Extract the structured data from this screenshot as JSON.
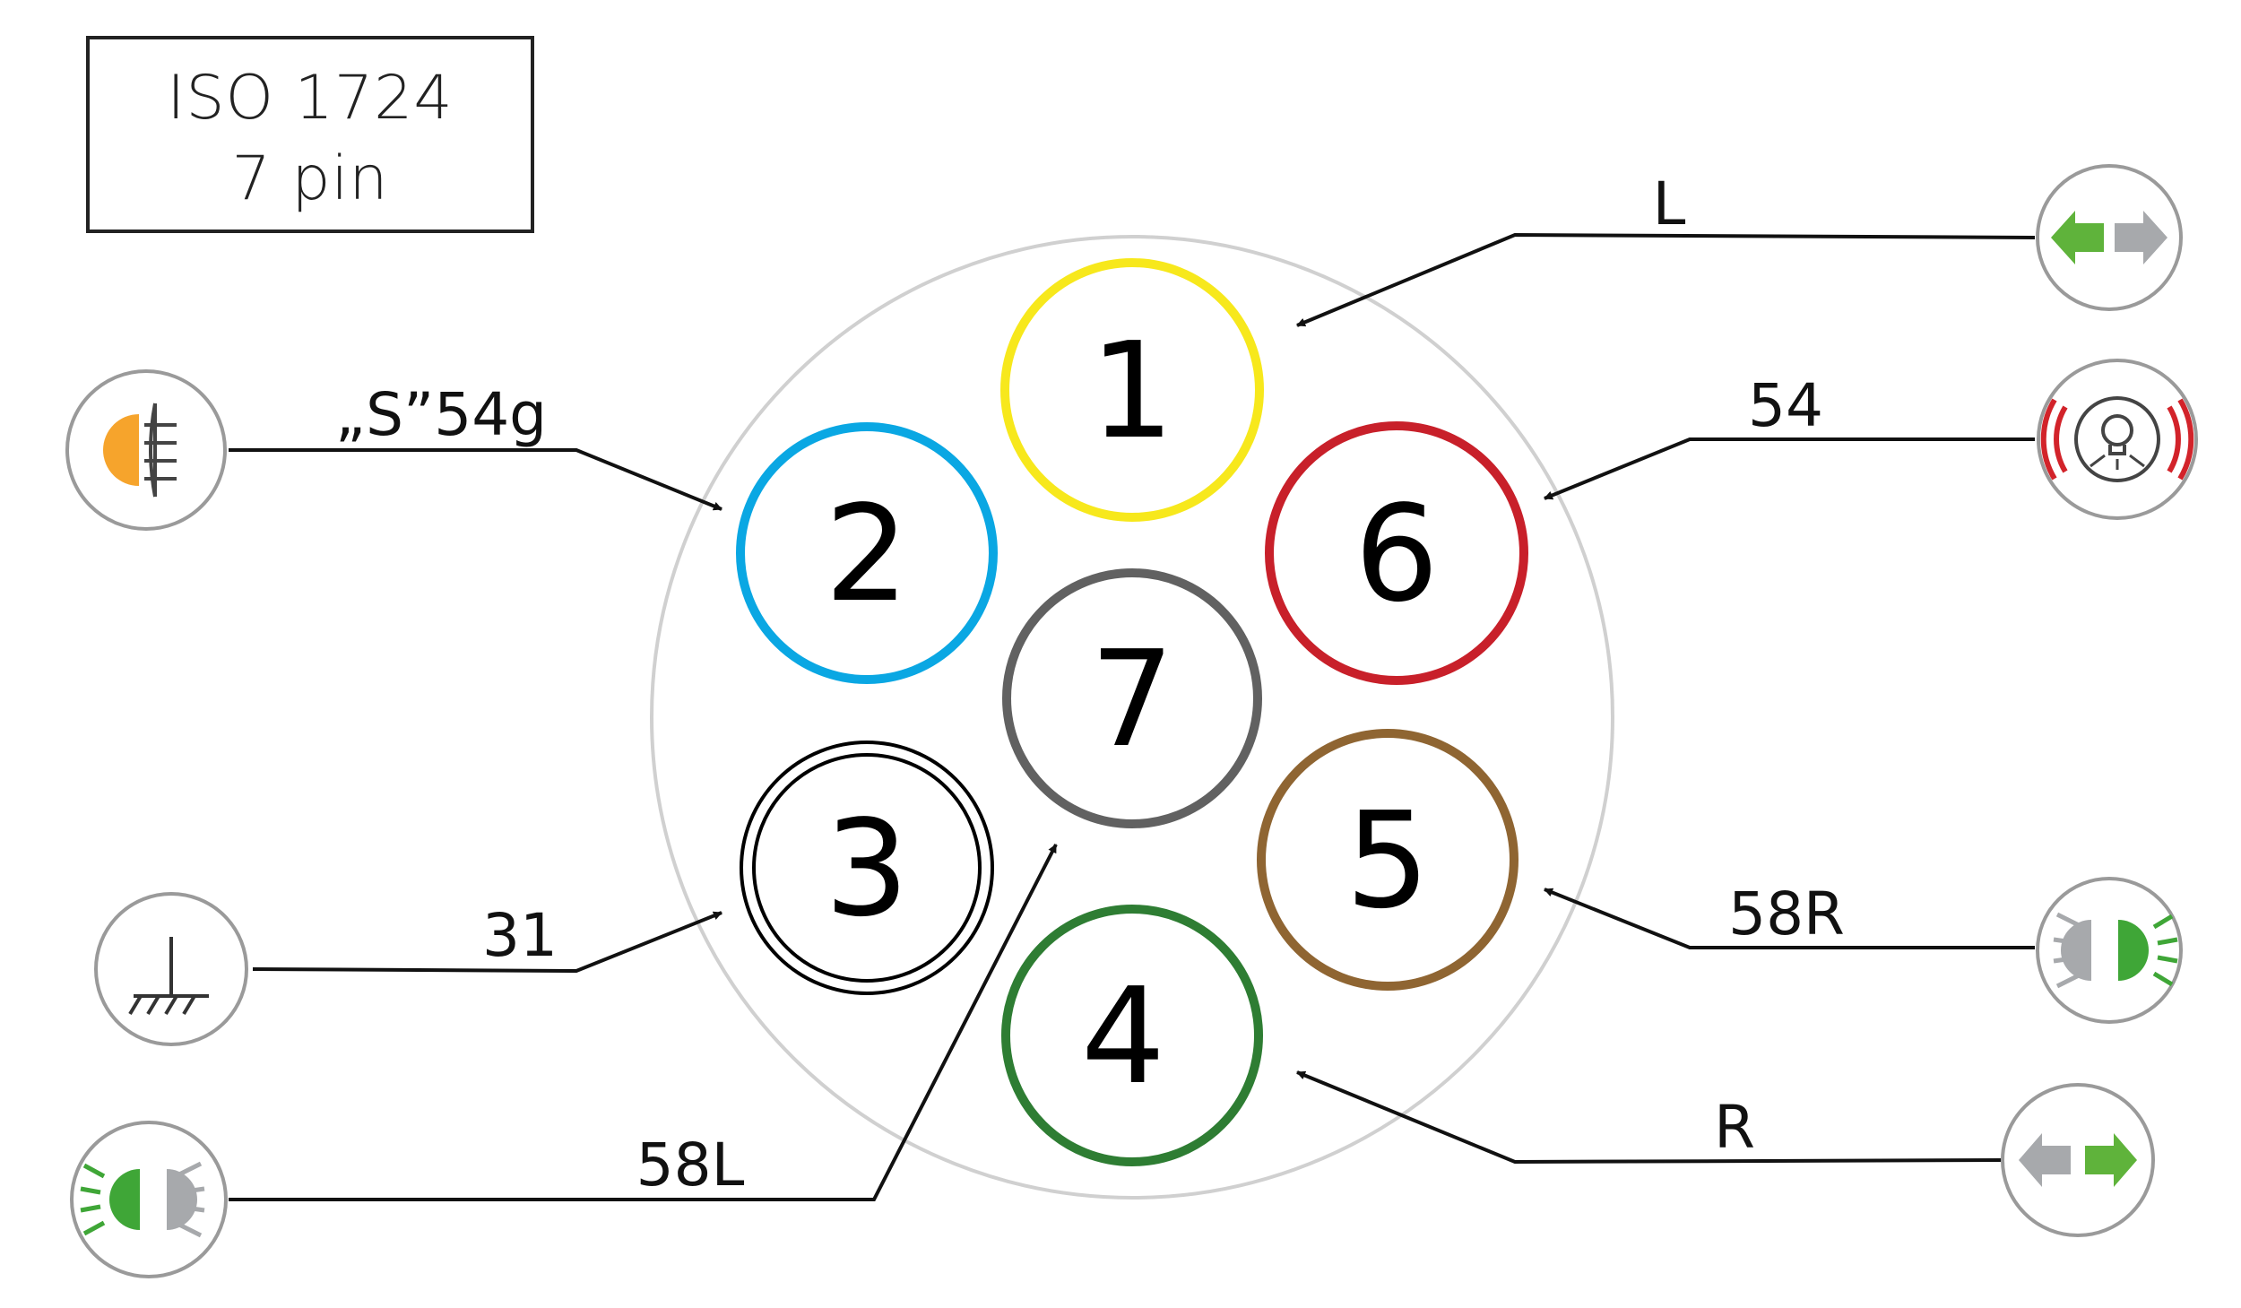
{
  "title": {
    "line1": "ISO 1724",
    "line2": "7 pin"
  },
  "pins": [
    {
      "number": "1",
      "color": "#f7e81c"
    },
    {
      "number": "2",
      "color": "#0aa7e3"
    },
    {
      "number": "3",
      "color": "#000000"
    },
    {
      "number": "4",
      "color": "#2e7d33"
    },
    {
      "number": "5",
      "color": "#8f6532"
    },
    {
      "number": "6",
      "color": "#c8202a"
    },
    {
      "number": "7",
      "color": "#616161"
    }
  ],
  "connections": [
    {
      "pin": "1",
      "label": "L",
      "icon": "left-turn-signal-icon"
    },
    {
      "pin": "2",
      "label": "„S”54g",
      "icon": "rear-fog-light-icon"
    },
    {
      "pin": "3",
      "label": "31",
      "icon": "ground-icon"
    },
    {
      "pin": "7",
      "label": "58L",
      "icon": "left-side-lights-icon"
    },
    {
      "pin": "6",
      "label": "54",
      "icon": "brake-light-icon"
    },
    {
      "pin": "5",
      "label": "58R",
      "icon": "right-side-lights-icon"
    },
    {
      "pin": "4",
      "label": "R",
      "icon": "right-turn-signal-icon"
    }
  ],
  "colors": {
    "green": "#5fb33b",
    "grey": "#a7a9ac",
    "orange": "#f6a42c",
    "red": "#d2232a",
    "outer_ring": "#d0d0d0"
  }
}
